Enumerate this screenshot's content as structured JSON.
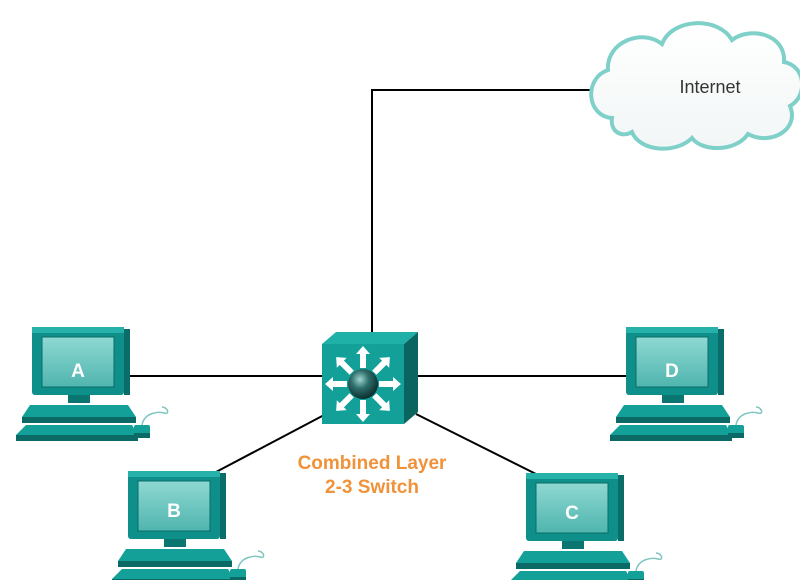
{
  "cloud": {
    "label": "Internet"
  },
  "switch": {
    "label_line1": "Combined Layer",
    "label_line2": "2-3 Switch"
  },
  "hosts": [
    {
      "label": "A"
    },
    {
      "label": "B"
    },
    {
      "label": "C"
    },
    {
      "label": "D"
    }
  ],
  "colors": {
    "device_teal": "#13a099",
    "device_dark": "#0b6a66",
    "screen_teal": "#6fc9c3",
    "switch_label": "#f0923a",
    "cloud_stroke": "#7fd0c9",
    "link": "#000000"
  }
}
